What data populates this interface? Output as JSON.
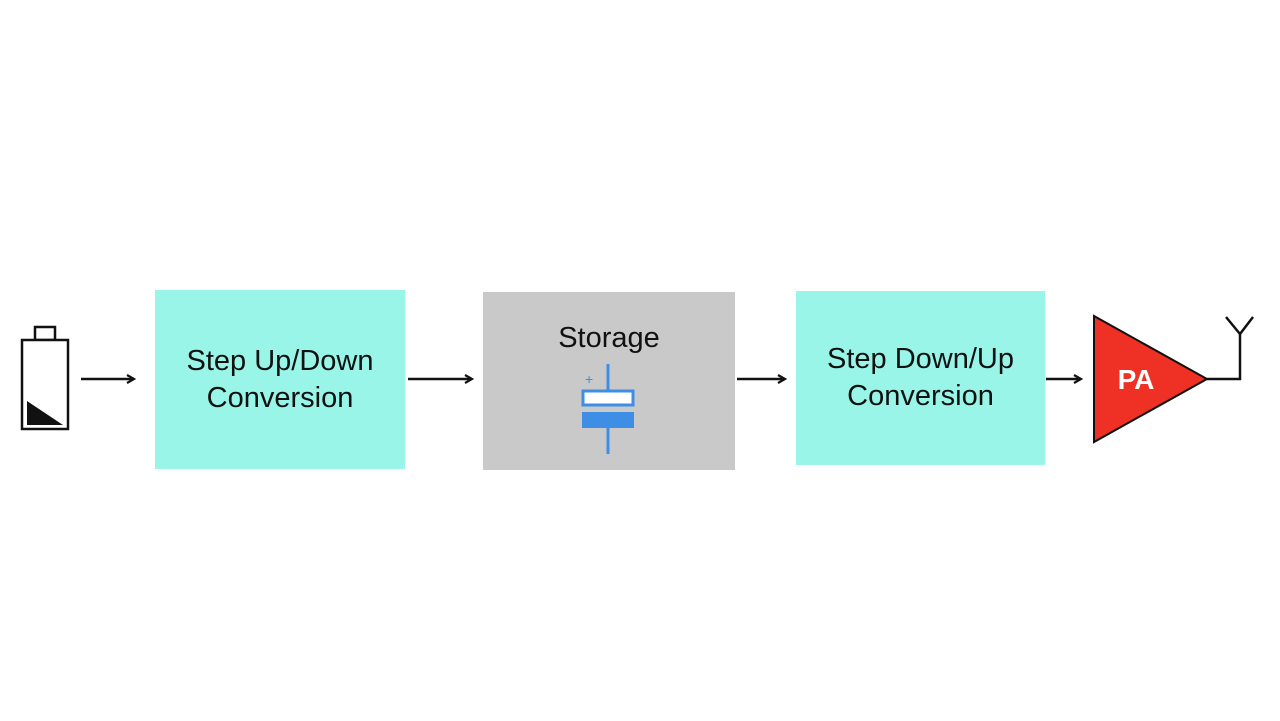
{
  "blocks": {
    "step_up": {
      "line1": "Step Up/Down",
      "line2": "Conversion"
    },
    "storage": {
      "label": "Storage",
      "plus": "+"
    },
    "step_down": {
      "line1": "Step Down/Up",
      "line2": "Conversion"
    },
    "pa": {
      "label": "PA"
    }
  },
  "icons": {
    "battery": "battery-icon",
    "capacitor": "capacitor-icon",
    "amplifier": "amplifier-icon",
    "antenna": "antenna-icon"
  },
  "colors": {
    "conversion_fill": "#98f5e8",
    "storage_fill": "#c9c9c9",
    "capacitor_blue": "#3e8ee6",
    "pa_red": "#ee3124",
    "line": "#111111"
  }
}
